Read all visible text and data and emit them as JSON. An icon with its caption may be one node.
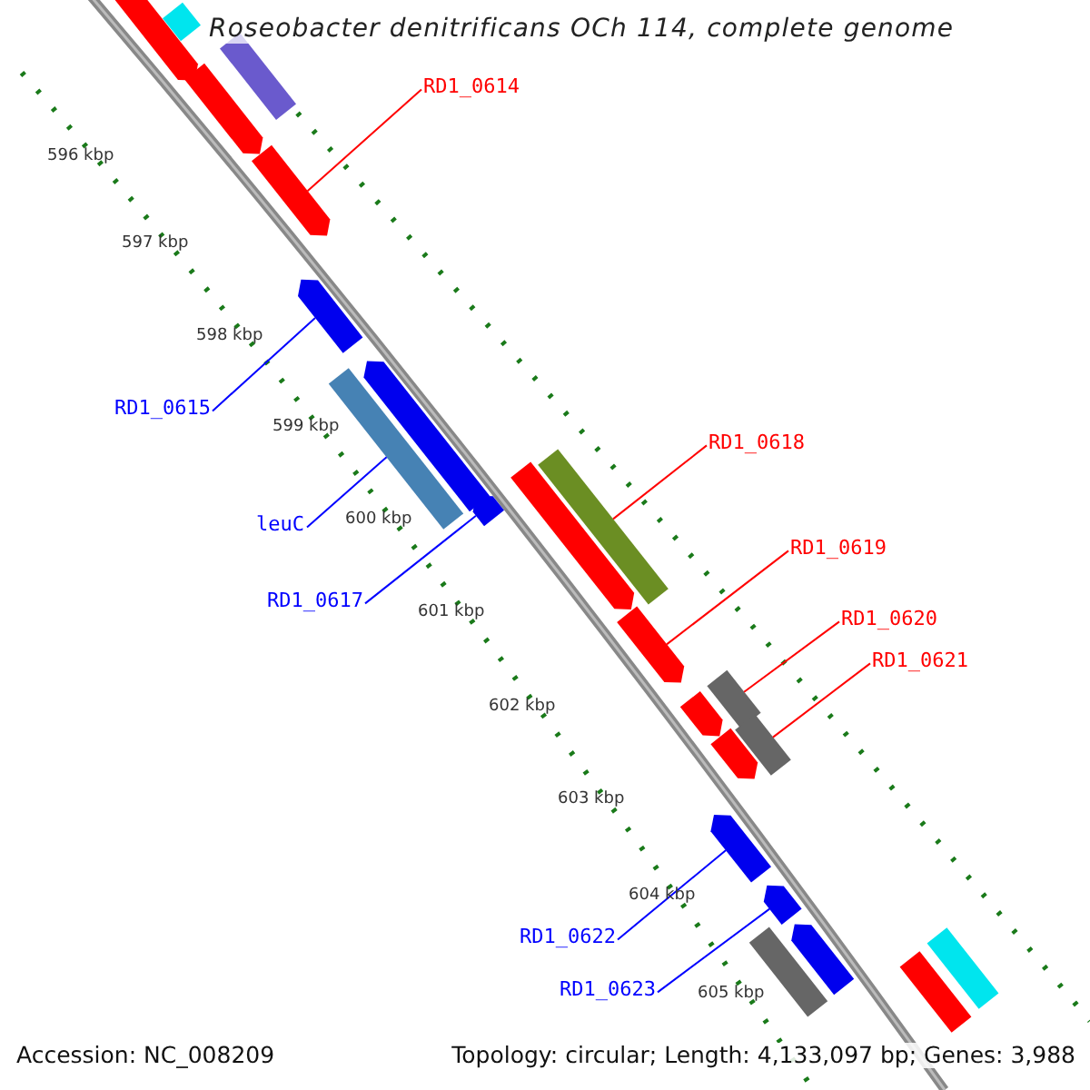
{
  "diagram": {
    "title": "Roseobacter denitrificans OCh 114, complete genome",
    "nodes": [
      {
        "text": [
          "RD1_0614"
        ]
      },
      {
        "text": [
          "RD1_0615"
        ]
      },
      {
        "text": [
          "leuC"
        ]
      },
      {
        "text": [
          "RD1_0617"
        ]
      },
      {
        "text": [
          "RD1_0618"
        ]
      },
      {
        "text": [
          "RD1_0619"
        ]
      },
      {
        "text": [
          "RD1_0620"
        ]
      },
      {
        "text": [
          "RD1_0621"
        ]
      },
      {
        "text": [
          "RD1_0622"
        ]
      },
      {
        "text": [
          "RD1_0623"
        ]
      },
      {
        "text": [],
        "shape": "bar"
      },
      {
        "text": [],
        "shape": "arrow"
      },
      {
        "text": [],
        "shape": "bar"
      },
      {
        "text": [],
        "shape": "arrow"
      },
      {
        "text": [],
        "shape": "arrow"
      },
      {
        "text": [],
        "shape": "arrow"
      },
      {
        "text": [],
        "shape": "arrow"
      },
      {
        "text": [],
        "shape": "bar"
      },
      {
        "text": [],
        "shape": "arrow"
      },
      {
        "text": [],
        "shape": "bar"
      },
      {
        "text": [],
        "shape": "arrow"
      },
      {
        "text": [],
        "shape": "arrow"
      },
      {
        "text": [],
        "shape": "bar"
      },
      {
        "text": [],
        "shape": "arrow"
      },
      {
        "text": [],
        "shape": "bar"
      },
      {
        "text": [],
        "shape": "arrow"
      },
      {
        "text": [],
        "shape": "arrow"
      },
      {
        "text": [],
        "shape": "arrow"
      },
      {
        "text": [],
        "shape": "arrow"
      },
      {
        "text": [],
        "shape": "bar"
      },
      {
        "text": [],
        "shape": "bar"
      },
      {
        "text": [],
        "shape": "bar"
      }
    ],
    "edges": [
      {
        "from": 0,
        "to": 14,
        "arrow": "none"
      },
      {
        "from": 1,
        "to": 15,
        "arrow": "none",
        "color": "#0000ff"
      },
      {
        "from": 2,
        "to": 17,
        "arrow": "none",
        "color": "#0000ff"
      },
      {
        "from": 3,
        "to": 18,
        "arrow": "none",
        "color": "#0000ff"
      },
      {
        "from": 4,
        "to": 19,
        "arrow": "none"
      },
      {
        "from": 5,
        "to": 21,
        "arrow": "none"
      },
      {
        "from": 6,
        "to": 22,
        "arrow": "none"
      },
      {
        "from": 7,
        "to": 24,
        "arrow": "none"
      },
      {
        "from": 8,
        "to": 26,
        "arrow": "none",
        "color": "#0000ff"
      },
      {
        "from": 9,
        "to": 27,
        "arrow": "none",
        "color": "#0000ff"
      }
    ],
    "labels": [
      "596 kbp",
      "597 kbp",
      "598 kbp",
      "599 kbp",
      "600 kbp",
      "601 kbp",
      "602 kbp",
      "603 kbp",
      "604 kbp",
      "605 kbp",
      "Accession: NC_008209",
      "Topology: circular; Length: 4,133,097 bp; Genes: 3,988"
    ]
  }
}
